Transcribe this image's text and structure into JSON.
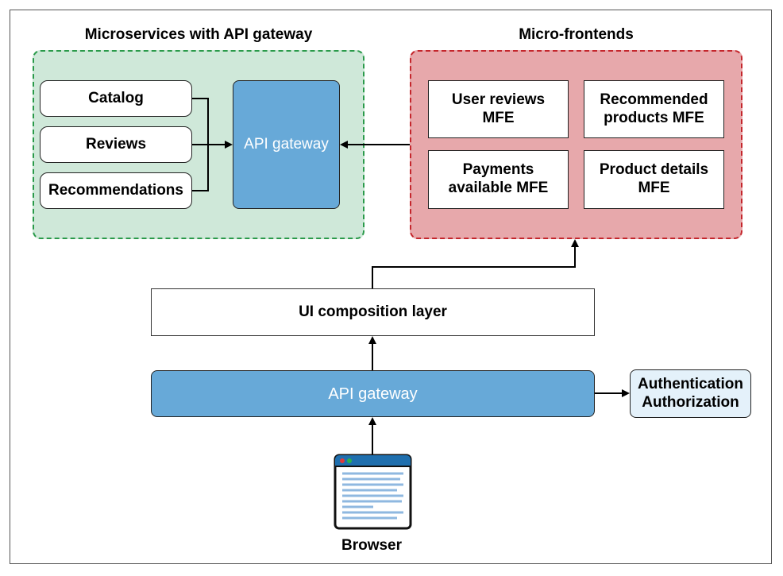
{
  "groups": {
    "microservices": {
      "title": "Microservices with API gateway",
      "services": [
        "Catalog",
        "Reviews",
        "Recommendations"
      ],
      "gateway": "API gateway"
    },
    "micro_frontends": {
      "title": "Micro-frontends",
      "mfes": [
        [
          "User reviews",
          "MFE"
        ],
        [
          "Recommended",
          "products MFE"
        ],
        [
          "Payments",
          "available MFE"
        ],
        [
          "Product details",
          "MFE"
        ]
      ]
    }
  },
  "ui_composition": "UI composition layer",
  "api_gateway": "API gateway",
  "auth": [
    "Authentication",
    "Authorization"
  ],
  "browser": "Browser",
  "colors": {
    "gateway_blue": "#67a9d8",
    "ms_group_fill": "#cfe8d9",
    "ms_group_border": "#2a9a4a",
    "mfe_group_fill": "#e7a8ab",
    "mfe_group_border": "#c4262c"
  }
}
